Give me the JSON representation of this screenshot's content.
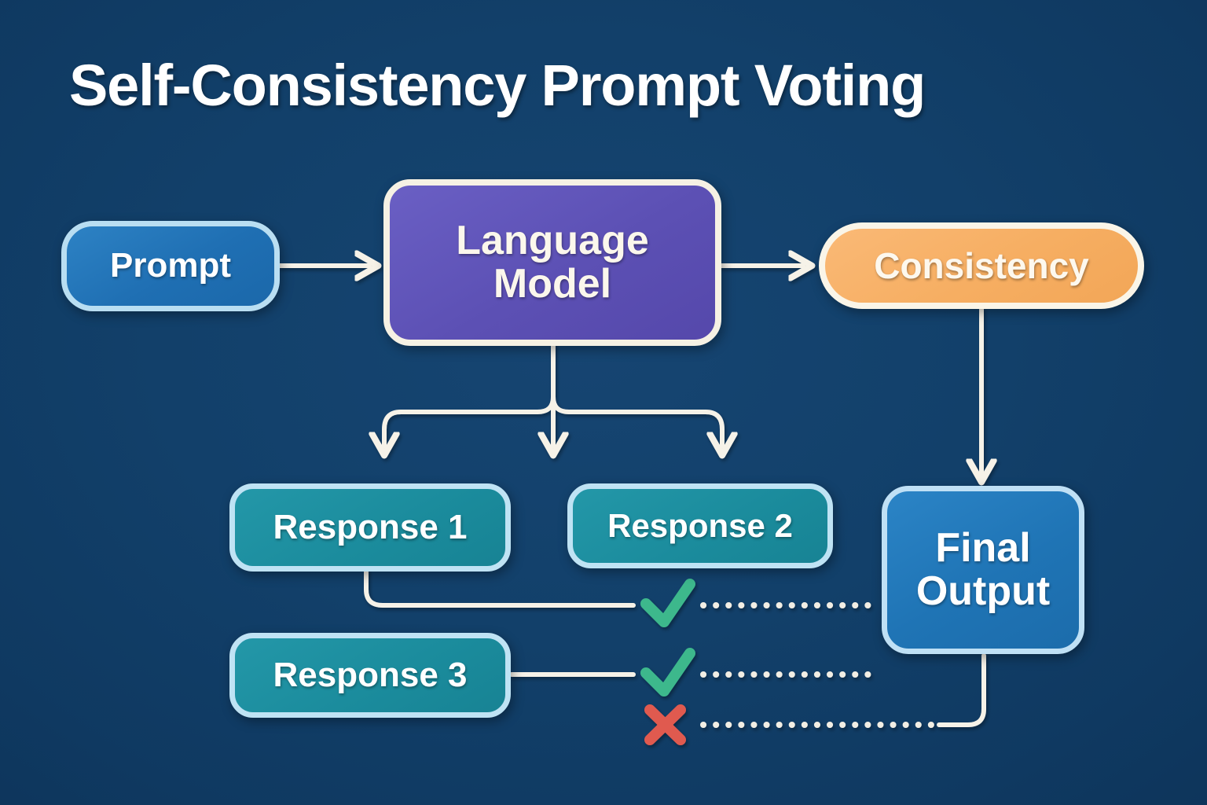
{
  "page": {
    "title": "Self-Consistency Prompt Voting",
    "background_color": "#123a63"
  },
  "diagram": {
    "nodes": {
      "prompt": {
        "label": "Prompt",
        "fill": "#1f6fb3",
        "border": "#b9def2",
        "text": "#ffffff"
      },
      "language_model": {
        "label": "Language\nModel",
        "line1": "Language",
        "line2": "Model",
        "fill": "#5c50b4",
        "border": "#f6f1e4",
        "text": "#fbf7ec"
      },
      "consistency": {
        "label": "Consistency",
        "fill": "#f6ae62",
        "border": "#faf5e8",
        "text": "#fdf8ee"
      },
      "response_1": {
        "label": "Response 1",
        "fill": "#1b8c9d",
        "border": "#bfe3f4",
        "text": "#ffffff"
      },
      "response_2": {
        "label": "Response 2",
        "fill": "#1b8c9d",
        "border": "#bfe3f4",
        "text": "#ffffff"
      },
      "response_3": {
        "label": "Response 3",
        "fill": "#1b8c9d",
        "border": "#bfe3f4",
        "text": "#ffffff"
      },
      "final_output": {
        "label": "Final Output",
        "line1": "Final",
        "line2": "Output",
        "fill": "#1f74b5",
        "border": "#bfe0f5",
        "text": "#ffffff"
      }
    },
    "vote_marks": [
      {
        "name": "vote-check-1",
        "symbol": "check",
        "color": "#3cb88c",
        "meaning": "agree"
      },
      {
        "name": "vote-check-2",
        "symbol": "check",
        "color": "#3cb88c",
        "meaning": "agree"
      },
      {
        "name": "vote-cross-1",
        "symbol": "cross",
        "color": "#e05a4f",
        "meaning": "disagree"
      }
    ],
    "connector_color": "#f6f2e8",
    "dotted_color": "#f2eee4"
  }
}
